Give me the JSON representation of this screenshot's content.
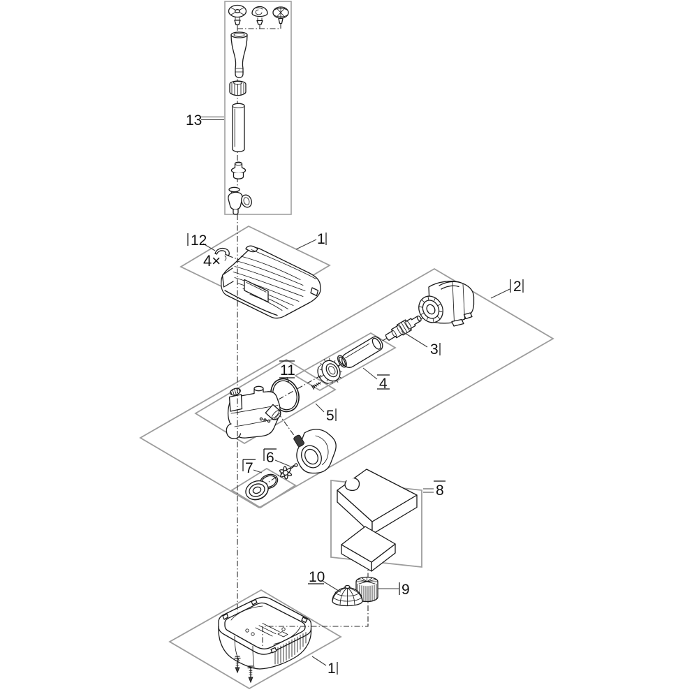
{
  "diagram": {
    "kind": "exploded-parts-diagram",
    "background": "#ffffff"
  },
  "colors": {
    "line": "#1a1a1a",
    "plane_gray": "#9c9c9c",
    "leader_gray": "#3c3c3c",
    "axis_dark": "#2b2b2b",
    "dark_fill": "#3d3d3d"
  },
  "callouts": {
    "c13": "13",
    "c12": "12",
    "qty4": "4×",
    "c1_top": "1",
    "c2": "2",
    "c3": "3",
    "c4": "4",
    "c5": "5",
    "c6": "6",
    "c7": "7",
    "c8": "8",
    "c9": "9",
    "c10": "10",
    "c11": "11",
    "c1_bottom": "1"
  }
}
